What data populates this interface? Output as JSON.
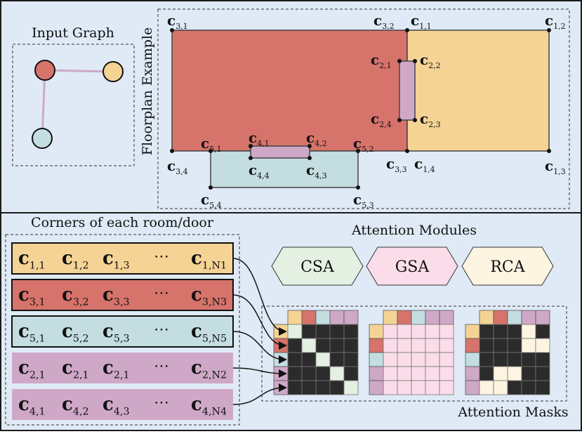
{
  "input_graph": {
    "title": "Input Graph",
    "nodes": [
      {
        "id": "n1",
        "color": "#d6736b"
      },
      {
        "id": "n2",
        "color": "#f4d394"
      },
      {
        "id": "n3",
        "color": "#c4dde1"
      }
    ]
  },
  "floorplan": {
    "title": "Floorplan Example",
    "labels": [
      "c3,1",
      "c3,2",
      "c1,1",
      "c1,2",
      "c2,1",
      "c2,2",
      "c2,4",
      "c2,3",
      "c5,1",
      "c4,1",
      "c4,2",
      "c5,2",
      "c3,4",
      "c4,4",
      "c4,3",
      "c3,3",
      "c1,4",
      "c1,3",
      "c5,4",
      "c5,3"
    ]
  },
  "corners": {
    "title": "Corners of each room/door",
    "ellipsis": "⋯",
    "rows": [
      {
        "color": "#f4d394",
        "items": [
          "1,1",
          "1,2",
          "1,3"
        ],
        "last": "1,N1"
      },
      {
        "color": "#d6736b",
        "items": [
          "3,1",
          "3,2",
          "3,3"
        ],
        "last": "3,N3"
      },
      {
        "color": "#c4dde1",
        "items": [
          "5,1",
          "5,2",
          "5,3"
        ],
        "last": "5,N5"
      },
      {
        "color": "#cfa8c8",
        "items": [
          "2,1",
          "2,1",
          "2,1"
        ],
        "last": "2,N2"
      },
      {
        "color": "#cfa8c8",
        "items": [
          "4,1",
          "4,2",
          "4,3"
        ],
        "last": "4,N4"
      }
    ]
  },
  "attention": {
    "title": "Attention Modules",
    "modules": [
      {
        "label": "CSA",
        "color": "#e4f0e1"
      },
      {
        "label": "GSA",
        "color": "#fbdde9"
      },
      {
        "label": "RCA",
        "color": "#fdf5e1"
      }
    ],
    "masks_title": "Attention Masks",
    "header_colors": [
      "#f4d394",
      "#d6736b",
      "#c4dde1",
      "#cfa8c8",
      "#cfa8c8"
    ]
  },
  "colors": {
    "panel_bg": "#dfeaf6",
    "yellow": "#f4d394",
    "red": "#d6736b",
    "blue": "#c4dde1",
    "purple": "#cfa8c8",
    "dark_cell": "#2b2b2b",
    "csa_cell": "#e4f0e1",
    "gsa_cell": "#fbdde9",
    "rca_cell": "#fdf5e1"
  }
}
